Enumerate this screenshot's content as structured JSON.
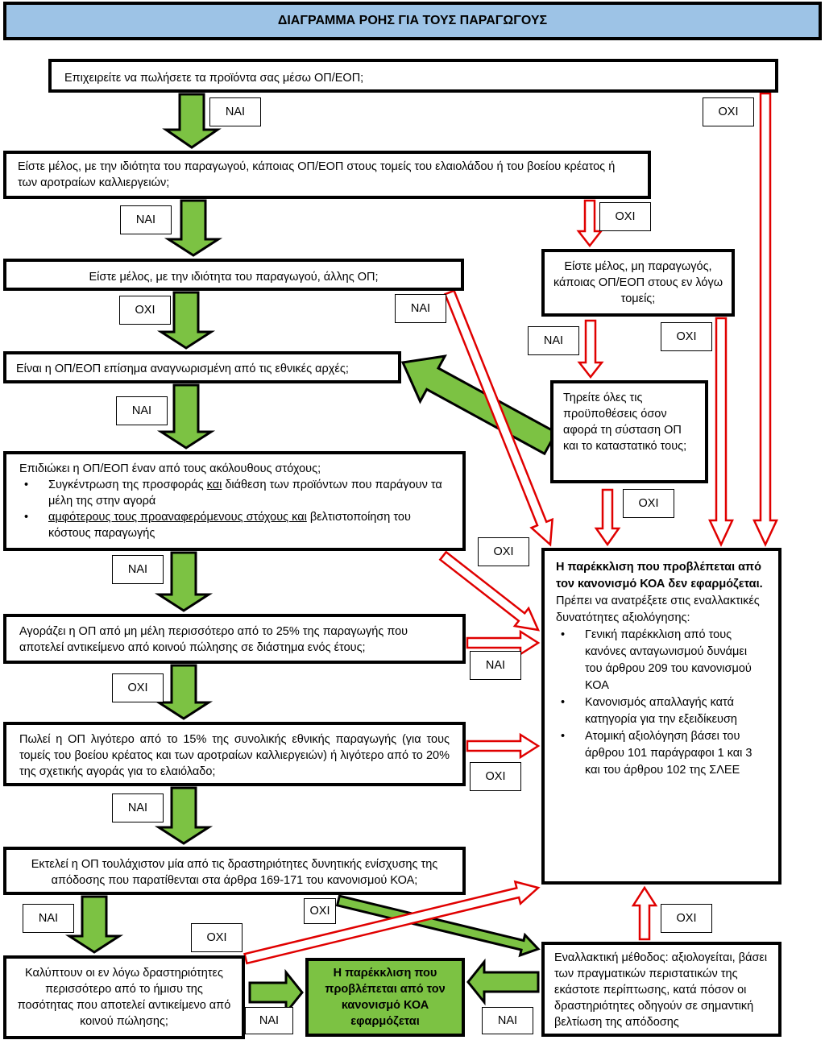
{
  "title": "ΔΙΑΓΡΑΜΜΑ ΡΟΗΣ ΓΙΑ ΤΟΥΣ ΠΑΡΑΓΩΓΟΥΣ",
  "colors": {
    "title_bg": "#9dc3e6",
    "yes_arrow": "#7cc243",
    "no_arrow": "#e00000",
    "result_box": "#7cc243"
  },
  "nodes": {
    "q1": "Επιχειρείτε να πωλήσετε τα προϊόντα σας μέσω ΟΠ/ΕΟΠ;",
    "q2": "Είστε μέλος, με την ιδιότητα του παραγωγού, κάποιας ΟΠ/ΕΟΠ στους τομείς του ελαιολάδου ή του βοείου κρέατος ή των αροτραίων καλλιεργειών;",
    "q3": "Είστε μέλος, με την ιδιότητα του παραγωγού, άλλης ΟΠ;",
    "q3b": "Είστε μέλος, μη παραγωγός, κάποιας ΟΠ/ΕΟΠ στους εν λόγω τομείς;",
    "q4": "Είναι η ΟΠ/ΕΟΠ επίσημα αναγνωρισμένη από τις εθνικές αρχές;",
    "q4b": "Τηρείτε όλες τις προϋποθέσεις όσον αφορά τη σύσταση ΟΠ και το καταστατικό τους;",
    "q5": {
      "intro": "Επιδιώκει η ΟΠ/ΕΟΠ έναν από τους ακόλουθους στόχους;",
      "b1_pre": "Συγκέντρωση της προσφοράς ",
      "b1_u": "και",
      "b1_post": " διάθεση των προϊόντων που παράγουν τα μέλη της στην αγορά",
      "b2_u": "αμφότερους τους προαναφερόμενους στόχους και",
      "b2_post": " βελτιστοποίηση του κόστους παραγωγής"
    },
    "q6": "Αγοράζει η ΟΠ από μη μέλη περισσότερο από το 25% της παραγωγής που αποτελεί αντικείμενο από κοινού πώλησης σε διάστημα ενός έτους;",
    "q7": "Πωλεί η ΟΠ λιγότερο από το 15% της συνολικής εθνικής παραγωγής (για τους τομείς του βοείου κρέατος και των αροτραίων καλλιεργειών) ή λιγότερο από το 20% της σχετικής αγοράς για το ελαιόλαδο;",
    "q8": "Εκτελεί η ΟΠ τουλάχιστον μία από τις δραστηριότητες δυνητικής ενίσχυσης της απόδοσης που παρατίθενται στα άρθρα 169-171 του κανονισμού ΚΟΑ;",
    "q9": "Καλύπτουν οι εν λόγω δραστηριότητες περισσότερο από το ήμισυ της ποσότητας που αποτελεί αντικείμενο από κοινού πώλησης;",
    "result": "Η παρέκκλιση που προβλέπεται από τον κανονισμό ΚΟΑ εφαρμόζεται",
    "alt": "Εναλλακτική μέθοδος: αξιολογείται, βάσει των πραγματικών περιστατικών της εκάστοτε περίπτωσης, κατά πόσον οι δραστηριότητες οδηγούν σε σημαντική βελτίωση της απόδοσης",
    "no_apply": {
      "bold": "Η παρέκκλιση που προβλέπεται από τον κανονισμό ΚΟΑ δεν εφαρμόζεται.",
      "text": "Πρέπει να ανατρέξετε στις εναλλακτικές δυνατότητες αξιολόγησης:",
      "items": [
        "Γενική παρέκκλιση από τους κανόνες ανταγωνισμού δυνάμει του άρθρου 209 του κανονισμού ΚΟΑ",
        "Κανονισμός απαλλαγής κατά κατηγορία για την εξειδίκευση",
        "Ατομική αξιολόγηση βάσει του άρθρου 101 παράγραφοι 1 και 3 και του άρθρου 102 της ΣΛΕΕ"
      ]
    }
  },
  "labels": {
    "yes": "ΝΑΙ",
    "no": "ΟΧΙ"
  }
}
